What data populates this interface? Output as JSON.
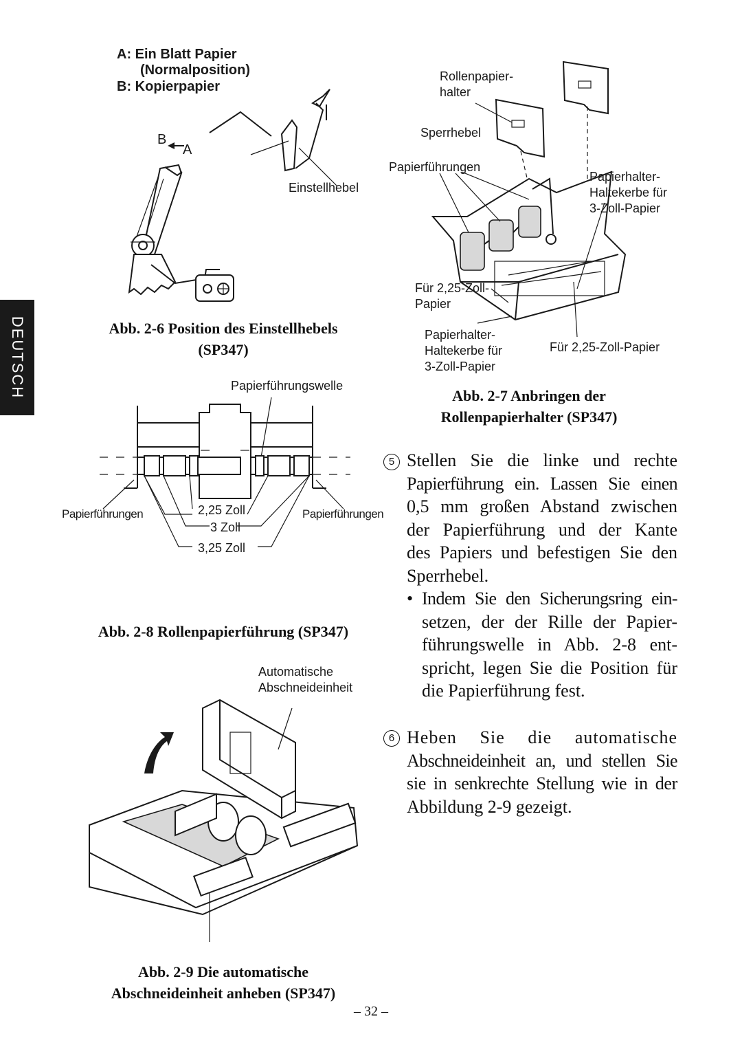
{
  "side_tab": {
    "label": "DEUTSCH"
  },
  "fig26": {
    "legend_a": "A: Ein Blatt Papier",
    "legend_a2": "(Normalposition)",
    "legend_b": "B: Kopierpapier",
    "mark_b": "B",
    "mark_a": "A",
    "lever_label": "Einstellhebel",
    "caption_line1": "Abb. 2-6 Position des Einstellhebels",
    "caption_line2": "(SP347)"
  },
  "fig27": {
    "label_holder": "Rollenpapier-",
    "label_holder2": "halter",
    "label_lock": "Sperrhebel",
    "label_guides": "Papierführungen",
    "label_notch3_r1": "Papierhalter-",
    "label_notch3_r2": "Haltekerbe für",
    "label_notch3_r3": "3-Zoll-Papier",
    "label_225_1": "Für 2,25-Zoll-",
    "label_225_2": "Papier",
    "label_notch3_l1": "Papierhalter-",
    "label_notch3_l2": "Haltekerbe für",
    "label_notch3_l3": "3-Zoll-Papier",
    "label_225_right": "Für 2,25-Zoll-Papier",
    "caption_line1": "Abb. 2-7 Anbringen der",
    "caption_line2": "Rollenpapierhalter (SP347)"
  },
  "fig28": {
    "label_shaft": "Papierführungswelle",
    "label_guides_left": "Papierführungen",
    "label_guides_right": "Papierführungen",
    "label_225": "2,25 Zoll",
    "label_3": "3 Zoll",
    "label_325": "3,25 Zoll",
    "caption": "Abb. 2-8 Rollenpapierführung (SP347)"
  },
  "fig29": {
    "label_cutter1": "Automatische",
    "label_cutter2": "Abschneideinheit",
    "caption_line1": "Abb. 2-9 Die automatische",
    "caption_line2": "Abschneideinheit anheben (SP347)"
  },
  "steps": [
    {
      "number": "5",
      "lines": [
        "Stellen Sie die linke und rechte",
        "Papierführung ein. Lassen Sie einen",
        "0,5 mm großen Abstand zwischen",
        "der Papierführung und der Kante",
        "des Papiers und befestigen Sie den",
        "Sperrhebel."
      ],
      "bullet": "•",
      "bullet_lines": [
        "Indem Sie den Sicherungsring ein-",
        "setzen, der der Rille der Papier-",
        "führungswelle in Abb. 2-8 ent-",
        "spricht, legen Sie die Position für",
        "die Papierführung fest."
      ]
    },
    {
      "number": "6",
      "lines": [
        "Heben Sie die automatische",
        "Abschneideinheit an, und stellen Sie",
        "sie in senkrechte Stellung wie in der",
        "Abbildung 2-9 gezeigt."
      ]
    }
  ],
  "page_number": "– 32 –"
}
